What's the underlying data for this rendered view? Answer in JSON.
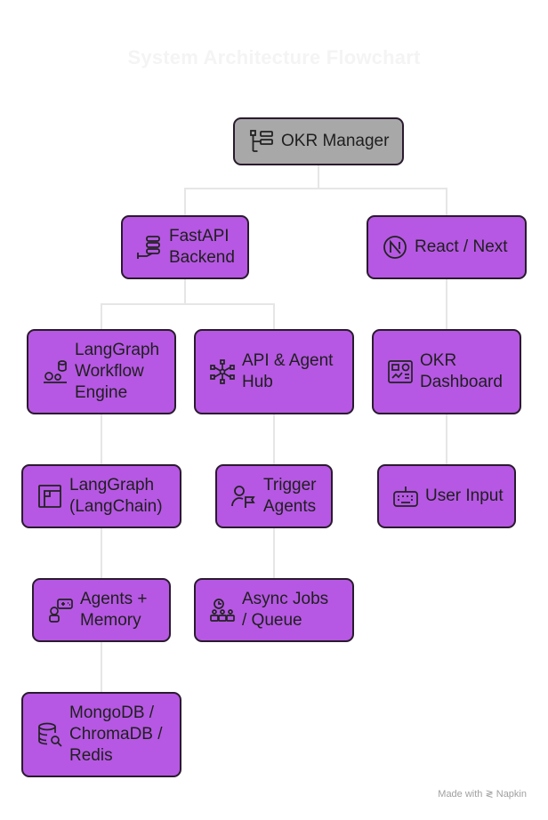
{
  "title": "System Architecture Flowchart",
  "nodes": {
    "okr_manager": {
      "label": "OKR Manager",
      "icon": "org-chart-icon"
    },
    "fastapi": {
      "label": "FastAPI\nBackend",
      "icon": "server-hand-icon"
    },
    "react": {
      "label": "React / Next",
      "icon": "nextjs-logo-icon"
    },
    "langgraph_engine": {
      "label": "LangGraph\nWorkflow\nEngine",
      "icon": "gears-database-icon"
    },
    "api_hub": {
      "label": "API & Agent\nHub",
      "icon": "network-hub-icon"
    },
    "okr_dashboard": {
      "label": "OKR\nDashboard",
      "icon": "dashboard-icon"
    },
    "langgraph_langchain": {
      "label": "LangGraph\n(LangChain)",
      "icon": "frame-icon"
    },
    "trigger_agents": {
      "label": "Trigger\nAgents",
      "icon": "person-flag-icon"
    },
    "user_input": {
      "label": "User Input",
      "icon": "keyboard-icon"
    },
    "agents_memory": {
      "label": "Agents +\nMemory",
      "icon": "robot-gamepad-icon"
    },
    "async_jobs": {
      "label": "Async Jobs\n/ Queue",
      "icon": "people-clock-icon"
    },
    "databases": {
      "label": "MongoDB /\nChromaDB /\nRedis",
      "icon": "database-search-icon"
    }
  },
  "footer": "Made with ≷ Napkin",
  "colors": {
    "node_fill": "#b658e3",
    "root_fill": "#a8a8a8",
    "border": "#2a1a2e",
    "edge": "#e6e6e6"
  }
}
